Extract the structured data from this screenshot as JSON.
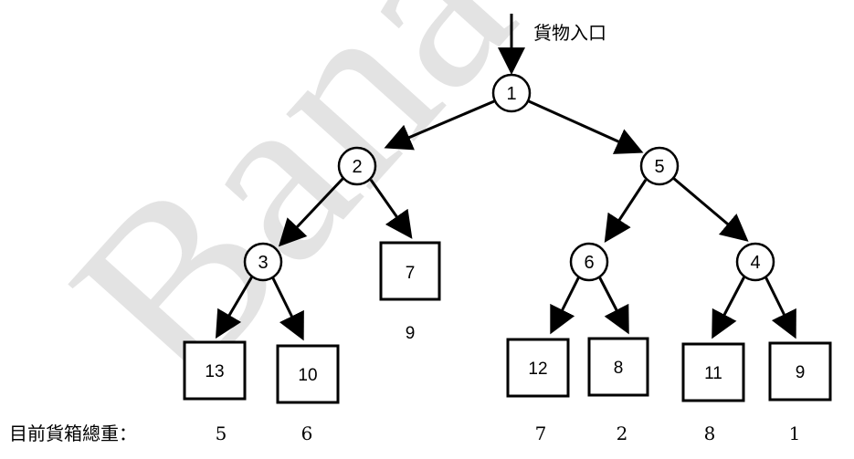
{
  "watermark": "Bana",
  "entrance_label": "貨物入口",
  "circle_nodes": {
    "n1": "1",
    "n2": "2",
    "n3": "3",
    "n4": "4",
    "n5": "5",
    "n6": "6"
  },
  "box_nodes": {
    "b7": "7",
    "b13": "13",
    "b10": "10",
    "b12": "12",
    "b8": "8",
    "b11": "11",
    "b9": "9"
  },
  "note_under_box7": "9",
  "footer": {
    "label": "目前貨箱總重：",
    "values": [
      "5",
      "6",
      "7",
      "2",
      "8",
      "1"
    ]
  },
  "colors": {
    "line": "#000000",
    "watermark": "#e3e3e3"
  }
}
